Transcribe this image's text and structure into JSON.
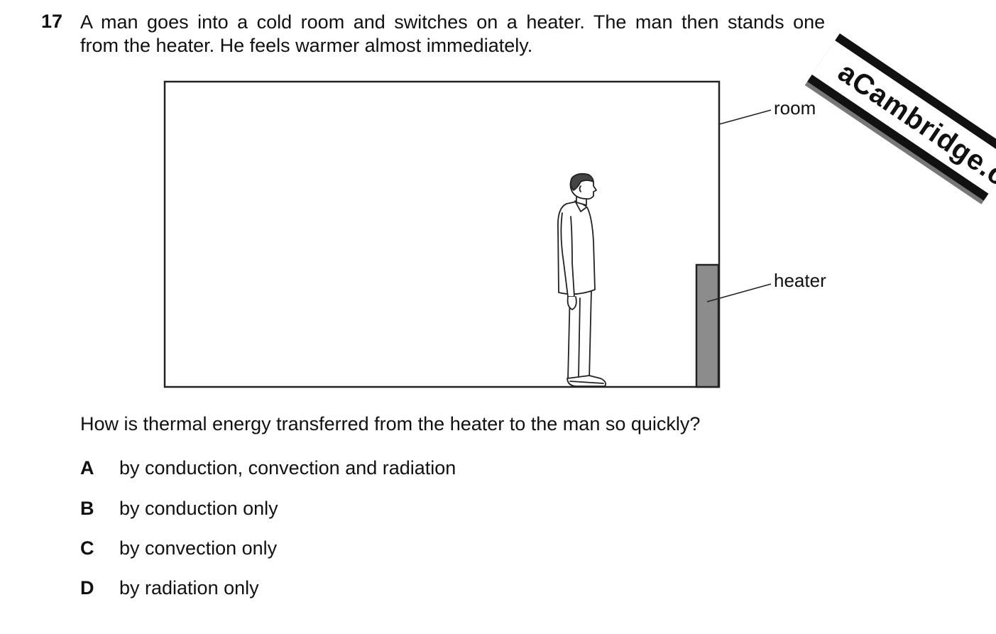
{
  "question": {
    "number": "17",
    "stem_line1": "A man goes into a cold room and switches on a heater. The man then stands one",
    "stem_line2": "from the heater. He feels warmer almost immediately.",
    "prompt": "How is thermal energy transferred from the heater to the man so quickly?"
  },
  "diagram": {
    "labels": {
      "room": "room",
      "heater": "heater"
    },
    "heater_color": "#8c8c8c"
  },
  "options": [
    {
      "letter": "A",
      "text": "by conduction, convection and radiation"
    },
    {
      "letter": "B",
      "text": "by conduction only"
    },
    {
      "letter": "C",
      "text": "by convection only"
    },
    {
      "letter": "D",
      "text": "by radiation only"
    }
  ],
  "watermark": {
    "text": "aCambridge.c"
  }
}
